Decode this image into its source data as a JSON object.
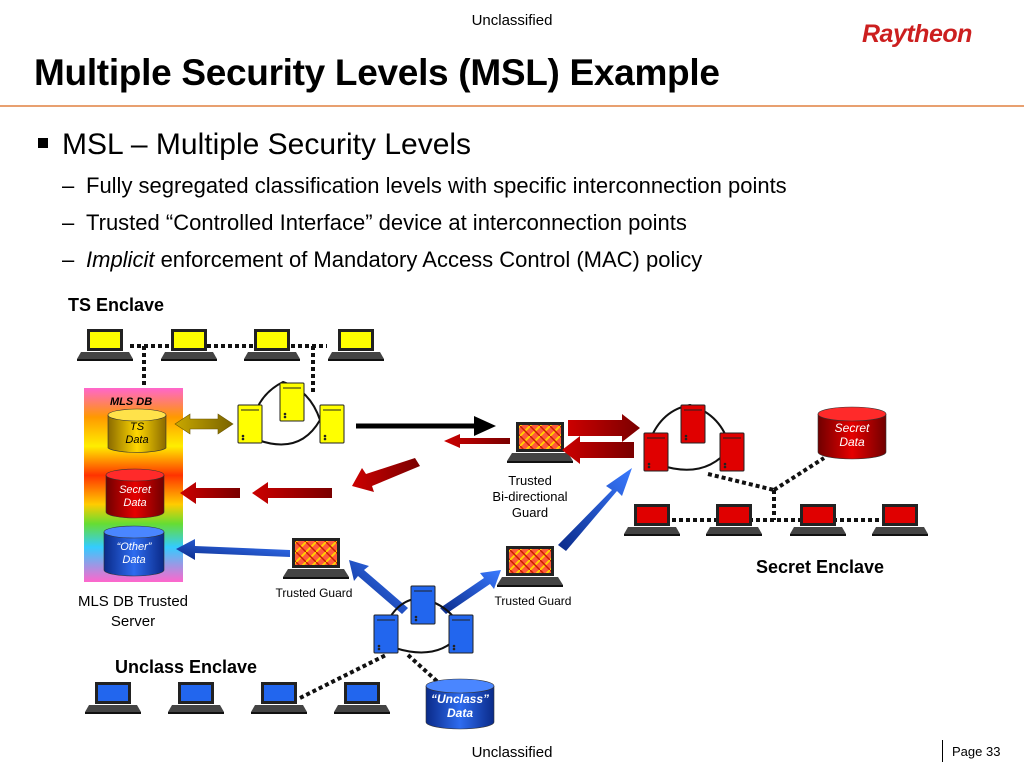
{
  "header": {
    "classification_top": "Unclassified",
    "logo_text": "Raytheon",
    "title": "Multiple Security Levels (MSL) Example"
  },
  "bullets": {
    "main": "MSL – Multiple Security Levels",
    "sub1": "Fully segregated classification levels with specific interconnection points",
    "sub2": "Trusted “Controlled Interface” device at interconnection points",
    "sub3_emphasis": "Implicit",
    "sub3_rest": " enforcement of Mandatory Access Control (MAC) policy"
  },
  "diagram": {
    "ts_enclave": "TS Enclave",
    "mls_db": "MLS DB",
    "ts_data_1": "TS",
    "ts_data_2": "Data",
    "secret_data_1": "Secret",
    "secret_data_2": "Data",
    "other_data_1": "“Other”",
    "other_data_2": "Data",
    "mls_server_1": "MLS DB Trusted",
    "mls_server_2": "Server",
    "trusted_guard_bi_1": "Trusted",
    "trusted_guard_bi_2": "Bi-directional",
    "trusted_guard_bi_3": "Guard",
    "secret_enclave_db_1": "Secret",
    "secret_enclave_db_2": "Data",
    "secret_enclave": "Secret  Enclave",
    "trusted_guard_left": "Trusted Guard",
    "trusted_guard_right": "Trusted Guard",
    "unclass_enclave": "Unclass Enclave",
    "unclass_data_1": "“Unclass”",
    "unclass_data_2": "Data"
  },
  "colors": {
    "ts": "#ffff00",
    "secret": "#e00000",
    "unclass": "#1e6ee6",
    "accent_logo": "#cc1f1f"
  },
  "footer": {
    "classification_bottom": "Unclassified",
    "page": "Page 33"
  }
}
